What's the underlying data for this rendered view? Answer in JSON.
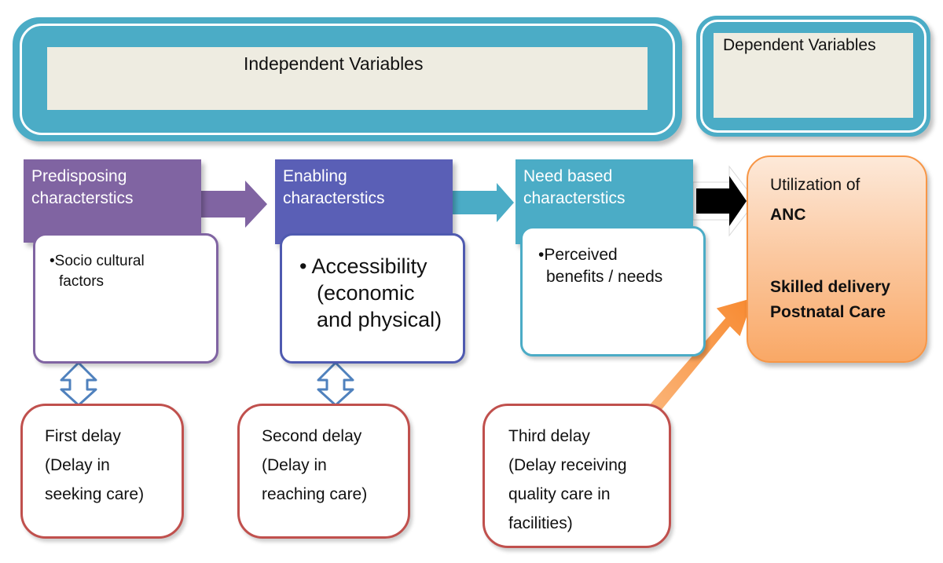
{
  "banners": {
    "independent": "Independent Variables",
    "dependent": "Dependent Variables"
  },
  "columns": [
    {
      "heading_lines": [
        "Predisposing",
        "characterstics"
      ],
      "bullet": "•Socio cultural",
      "bullet_cont": "factors"
    },
    {
      "heading_lines": [
        "Enabling",
        "characterstics"
      ],
      "bullet_lines": [
        "• Accessibility",
        "(economic",
        "and physical)"
      ]
    },
    {
      "heading_lines": [
        "Need based",
        "characterstics"
      ],
      "bullet": "•Perceived",
      "bullet_cont": "benefits / needs"
    }
  ],
  "delays": [
    {
      "lines": [
        "First delay",
        "(Delay in",
        "seeking care)"
      ]
    },
    {
      "lines": [
        "Second delay",
        "(Delay in",
        "reaching care)"
      ]
    },
    {
      "lines": [
        "Third delay",
        "(Delay receiving",
        "quality care in",
        "facilities)"
      ]
    }
  ],
  "outcome": {
    "heading": "Utilization of",
    "anc": "ANC",
    "skilled": "Skilled delivery",
    "postnatal": "Postnatal Care"
  },
  "colors": {
    "banner": "#4bacc6",
    "banner_inner": "#eeece1",
    "predisposing": "#8064a2",
    "enabling": "#5a5fb6",
    "need": "#4bacc6",
    "delay_border": "#c0504d",
    "outcome": "#f79646"
  }
}
